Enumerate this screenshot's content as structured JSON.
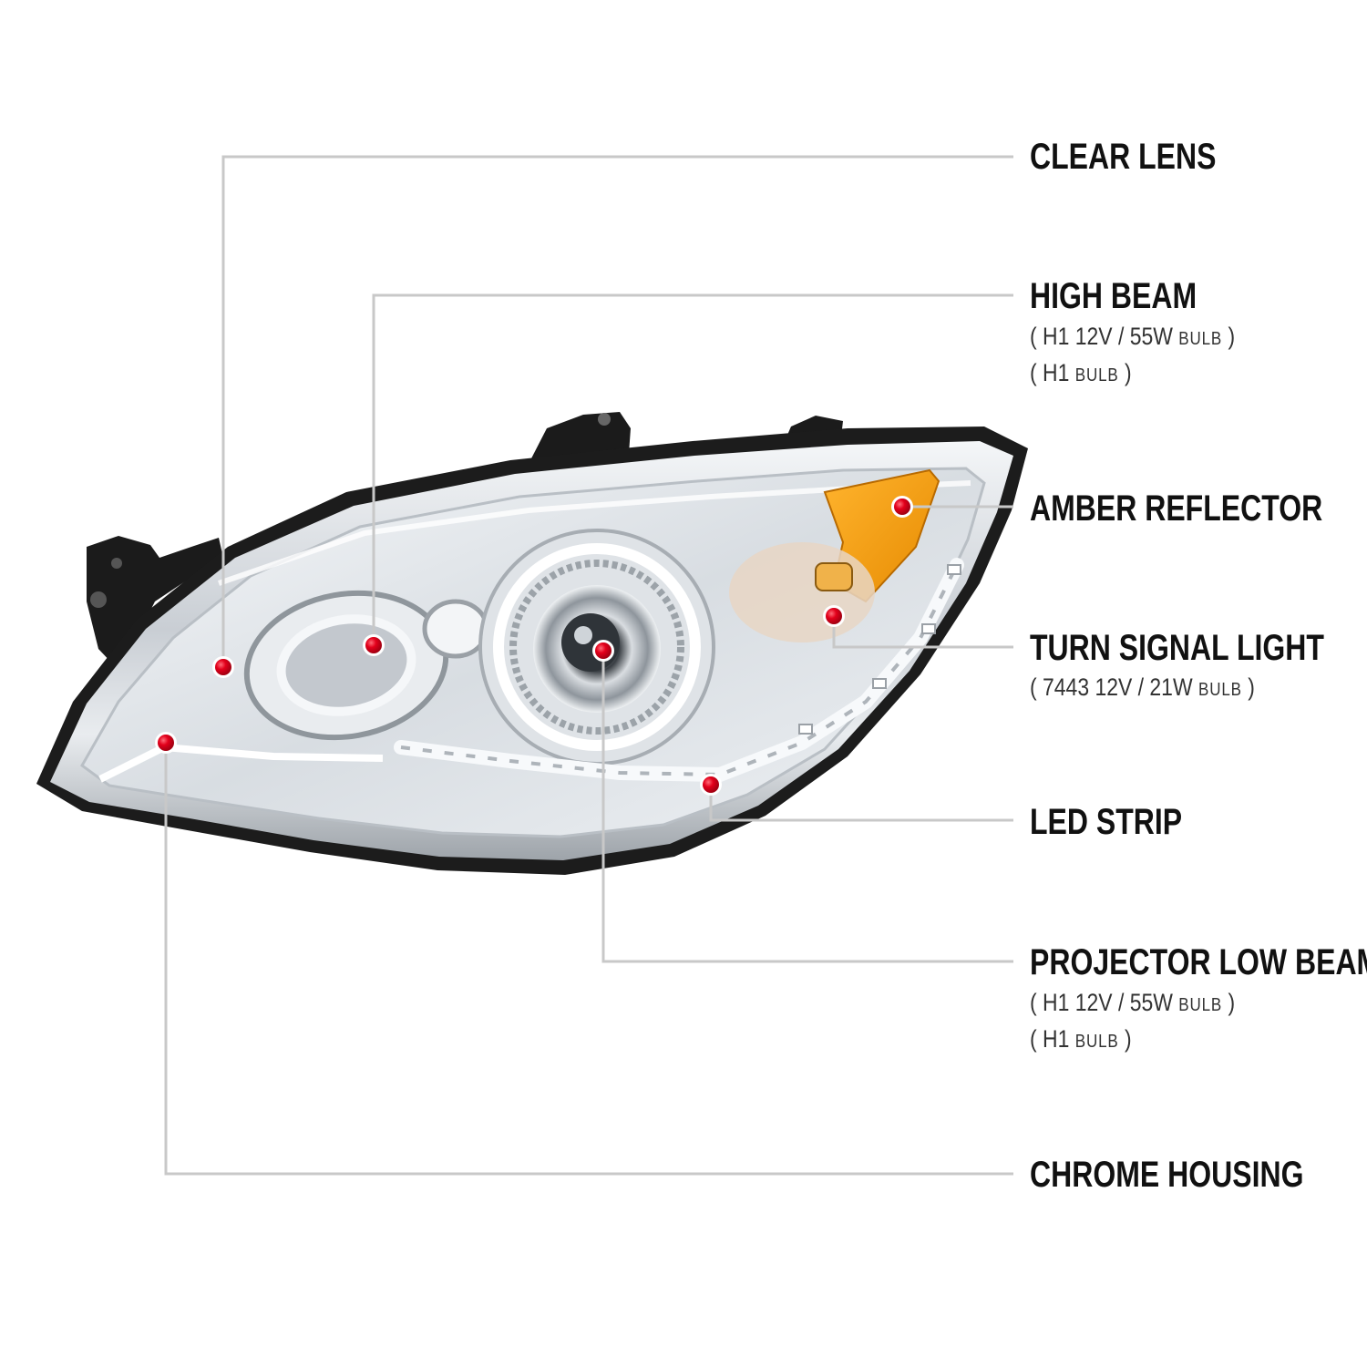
{
  "colors": {
    "callout_line": "#c8c8c8",
    "marker": "#e3001b",
    "amber": "#f29a00",
    "chrome": "#cfd4d9",
    "housing_black": "#1b1b1b"
  },
  "callouts": [
    {
      "label": "CLEAR LENS",
      "specs": []
    },
    {
      "label": "HIGH BEAM",
      "specs": [
        {
          "main": "H1  12V / 55W",
          "small": "BULB"
        },
        {
          "main": "H1",
          "small": "BULB"
        }
      ]
    },
    {
      "label": "AMBER REFLECTOR",
      "specs": []
    },
    {
      "label": "TURN SIGNAL LIGHT",
      "specs": [
        {
          "main": "7443  12V / 21W",
          "small": "BULB"
        }
      ]
    },
    {
      "label": "LED STRIP",
      "specs": []
    },
    {
      "label": "PROJECTOR LOW BEAM",
      "specs": [
        {
          "main": "H1  12V / 55W",
          "small": "BULB"
        },
        {
          "main": "H1",
          "small": "BULB"
        }
      ]
    },
    {
      "label": "CHROME HOUSING",
      "specs": []
    }
  ]
}
